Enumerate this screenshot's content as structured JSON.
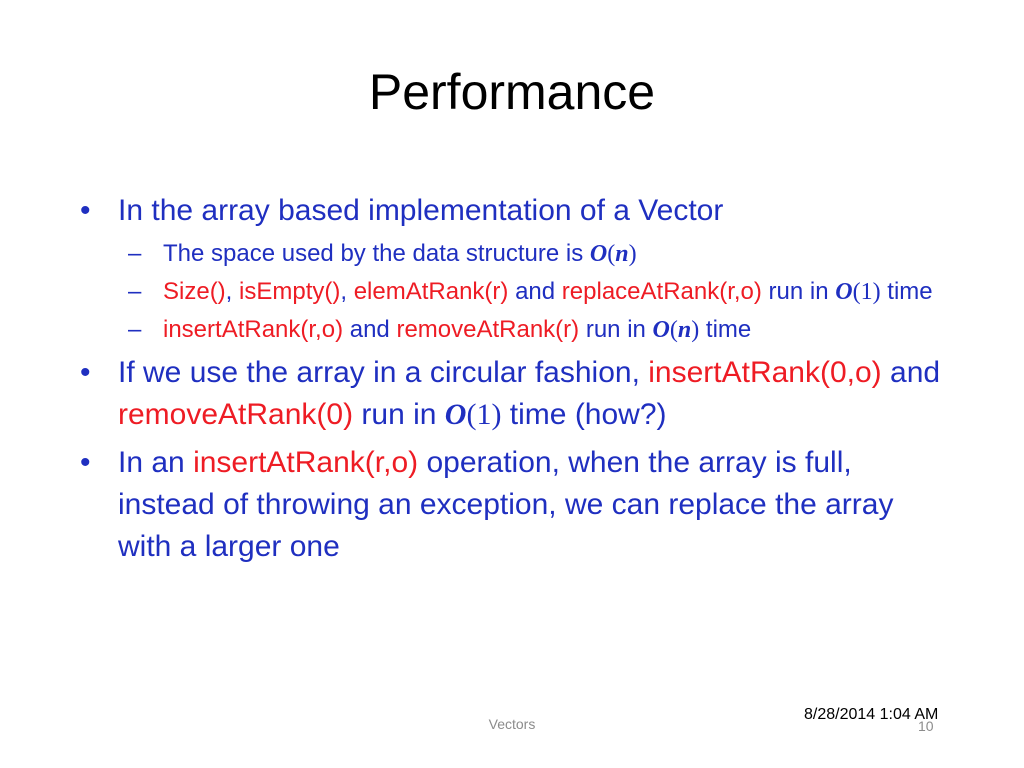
{
  "title": "Performance",
  "bullets": {
    "b1": "In the array based implementation of a Vector",
    "b1_subs": {
      "s1_text": "The space used by the data structure is ",
      "s2_size": "Size()",
      "s2_c1": ", ",
      "s2_isempty": "isEmpty()",
      "s2_c2": ", ",
      "s2_elem": "elemAtRank(r)",
      "s2_and": " and ",
      "s2_replace": "replaceAtRank(r,o)",
      "s2_run": " run in ",
      "s2_time": " time",
      "s3_insert": "insertAtRank(r,o)",
      "s3_and": " and ",
      "s3_remove": "removeAtRank(r)",
      "s3_run": " run in ",
      "s3_time": " time"
    },
    "b2_text": "If we use the array in a circular fashion, ",
    "b2_insert": "insertAtRank(0,o)",
    "b2_and": " and ",
    "b2_remove": "removeAtRank(0)",
    "b2_run": " run in ",
    "b2_time": " time (how?)",
    "b3_pre": "In an ",
    "b3_insert": "insertAtRank(r,o)",
    "b3_post": " operation, when the array is full, instead of throwing an exception, we can replace the array with a larger one"
  },
  "math": {
    "O": "O",
    "n": "n",
    "one": "1",
    "lp": "(",
    "rp": ")"
  },
  "footer": {
    "center": "Vectors",
    "date": "8/28/2014 1:04 AM",
    "page": "10"
  },
  "colors": {
    "body_text": "#1f2fc0",
    "highlight": "#ee1c24",
    "title": "#000000",
    "footer": "#8c8c8c"
  }
}
